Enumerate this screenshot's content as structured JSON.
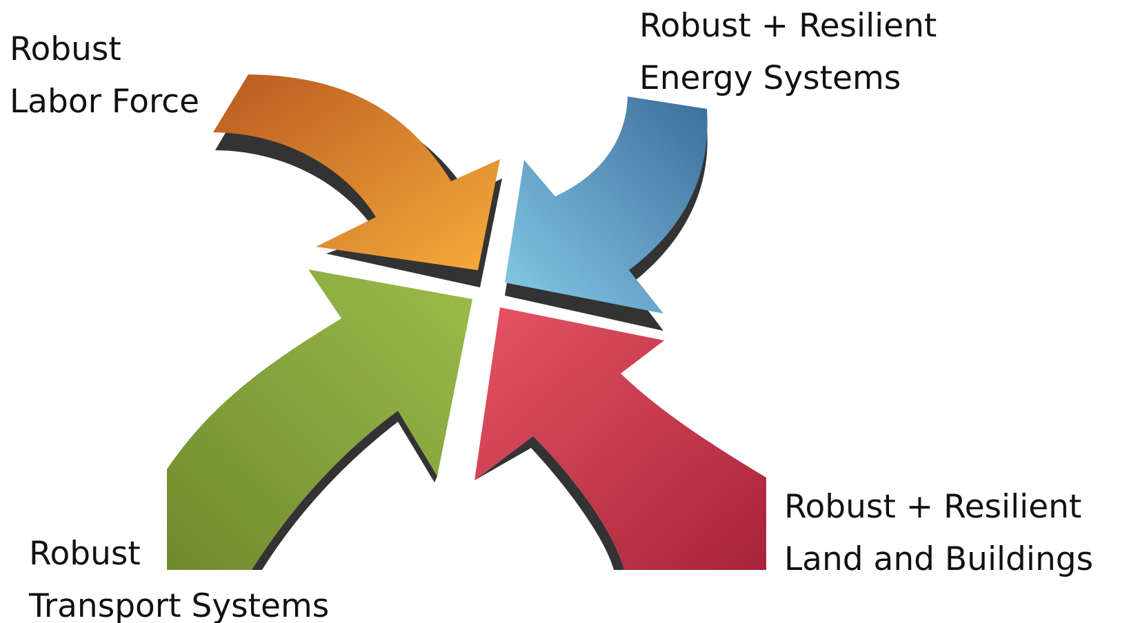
{
  "diagram": {
    "labels": {
      "top_left": {
        "line1": "Robust",
        "line2": "Labor Force"
      },
      "top_right": {
        "line1": "Robust + Resilient",
        "line2": "Energy Systems"
      },
      "bottom_right": {
        "line1": "Robust + Resilient",
        "line2": "Land and Buildings"
      },
      "bottom_left": {
        "line1": "Robust",
        "line2": "Transport Systems"
      }
    },
    "arrows": [
      {
        "id": "labor-force",
        "color_start": "#b85a22",
        "color_end": "#f6ac3a"
      },
      {
        "id": "energy-systems",
        "color_start": "#3c6d9a",
        "color_end": "#86cbe8"
      },
      {
        "id": "land-and-buildings",
        "color_start": "#a8233a",
        "color_end": "#e55463"
      },
      {
        "id": "transport-systems",
        "color_start": "#6f8a2e",
        "color_end": "#9cbc4b"
      }
    ],
    "shadow_color": "#333333"
  }
}
